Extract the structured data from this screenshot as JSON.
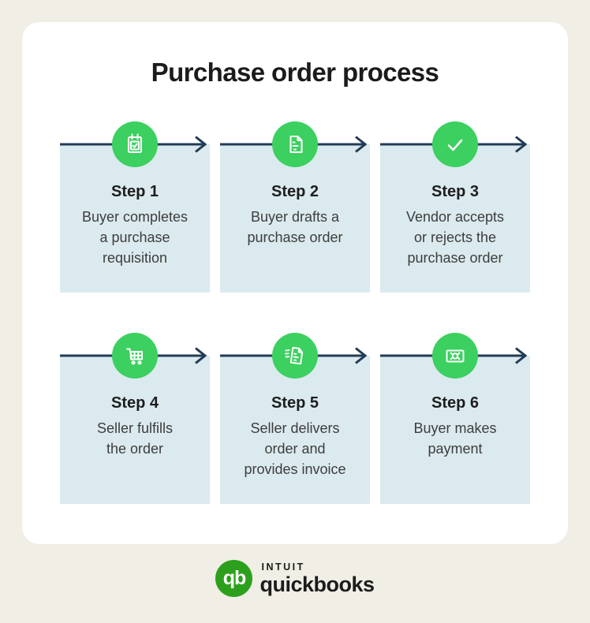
{
  "title": "Purchase order process",
  "steps": [
    {
      "label": "Step 1",
      "description": "Buyer completes\na purchase\nrequisition",
      "icon": "calendar-check-icon"
    },
    {
      "label": "Step 2",
      "description": "Buyer drafts a\npurchase order",
      "icon": "purchase-order-document-icon"
    },
    {
      "label": "Step 3",
      "description": "Vendor accepts\nor rejects the\npurchase order",
      "icon": "checkmark-icon"
    },
    {
      "label": "Step 4",
      "description": "Seller fulfills\nthe order",
      "icon": "shopping-cart-icon"
    },
    {
      "label": "Step 5",
      "description": "Seller delivers\norder and\nprovides invoice",
      "icon": "delivery-invoice-icon"
    },
    {
      "label": "Step 6",
      "description": "Buyer makes\npayment",
      "icon": "payment-banknote-icon"
    }
  ],
  "footer": {
    "monogram": "qb",
    "brand_top": "INTUIT",
    "brand_bottom": "quickbooks"
  },
  "colors": {
    "background": "#f0eee5",
    "card": "#ffffff",
    "step_box": "#dbeaee",
    "arrow": "#223c55",
    "icon_green": "#3bd05f",
    "logo_green": "#2ca01c",
    "title_text": "#1b1b1b",
    "body_text": "#3d3d3d"
  }
}
